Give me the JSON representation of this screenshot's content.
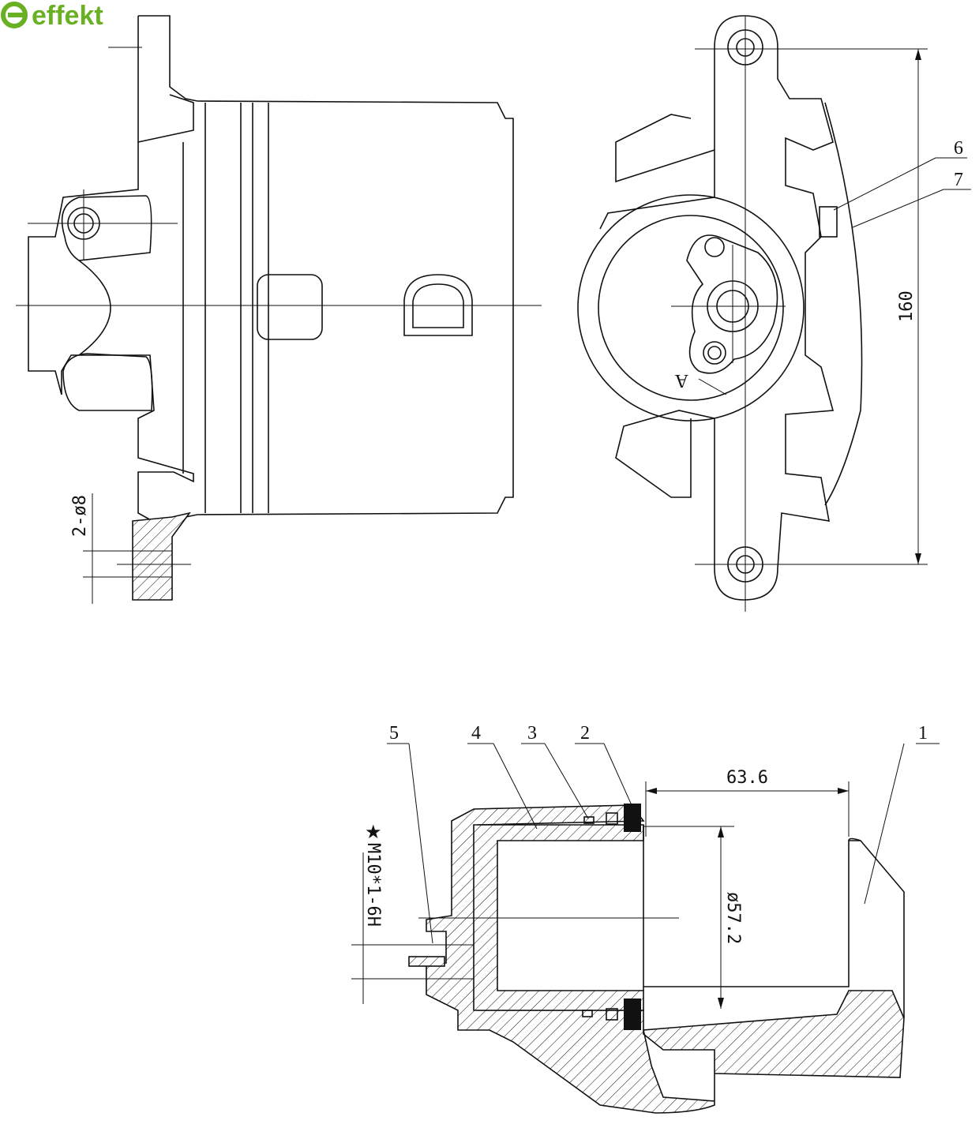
{
  "logo": {
    "text": "effekt",
    "color": "#6ab023"
  },
  "side_view": {
    "hole_label": "2-ø8"
  },
  "front_view": {
    "height_dim": "160",
    "callouts": [
      "6",
      "7"
    ],
    "section_mark": "A"
  },
  "section_view": {
    "callouts": [
      "1",
      "2",
      "3",
      "4",
      "5"
    ],
    "length_dim": "63.6",
    "bore_dim": "ø57.2",
    "thread_spec": "M10*1-6H",
    "star_symbol": "★"
  }
}
